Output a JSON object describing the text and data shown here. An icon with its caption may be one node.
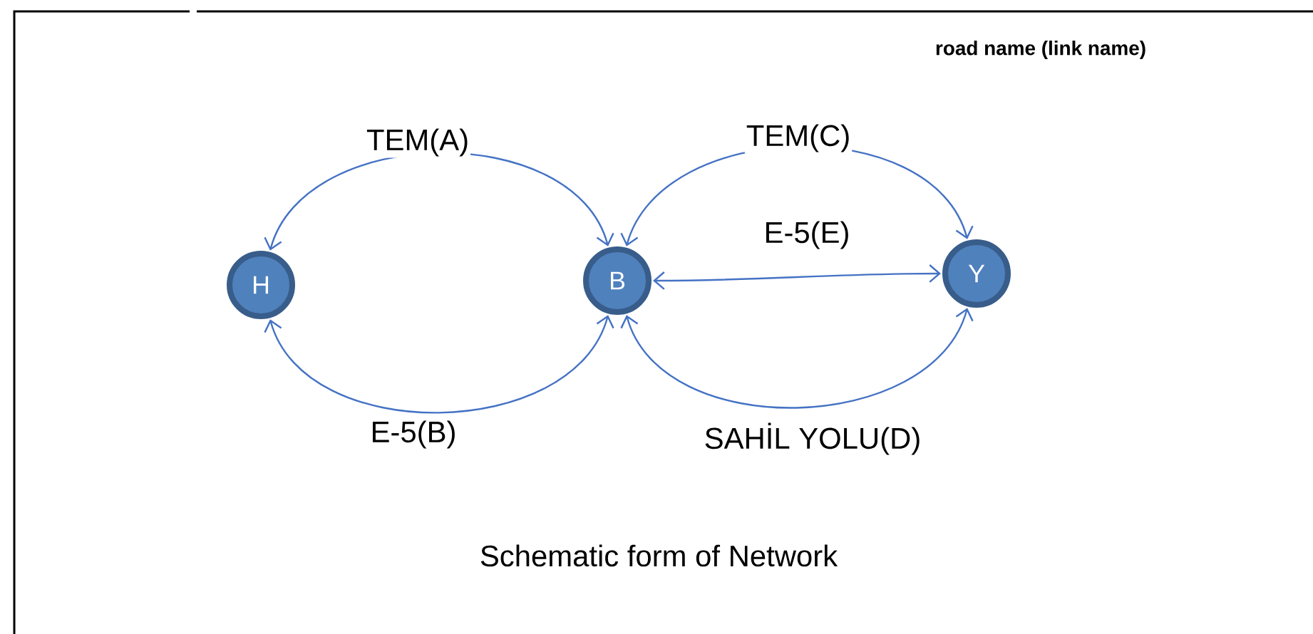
{
  "diagram": {
    "caption": "Schematic form of Network",
    "nodes": [
      {
        "text": [
          "H"
        ]
      },
      {
        "text": [
          "B"
        ]
      },
      {
        "text": [
          "Y"
        ]
      }
    ],
    "edges": [
      {
        "from": 0,
        "to": 1,
        "arrow": "both",
        "label": "TEM(A)"
      },
      {
        "from": 0,
        "to": 1,
        "arrow": "both",
        "label": "E-5(B)"
      },
      {
        "from": 1,
        "to": 2,
        "arrow": "both",
        "label": "TEM(C)"
      },
      {
        "from": 1,
        "to": 2,
        "arrow": "both",
        "label": "E-5(E)"
      },
      {
        "from": 1,
        "to": 2,
        "arrow": "both",
        "label": "SAHİL YOLU(D)"
      }
    ],
    "labels": [
      "road name (link name)"
    ]
  }
}
